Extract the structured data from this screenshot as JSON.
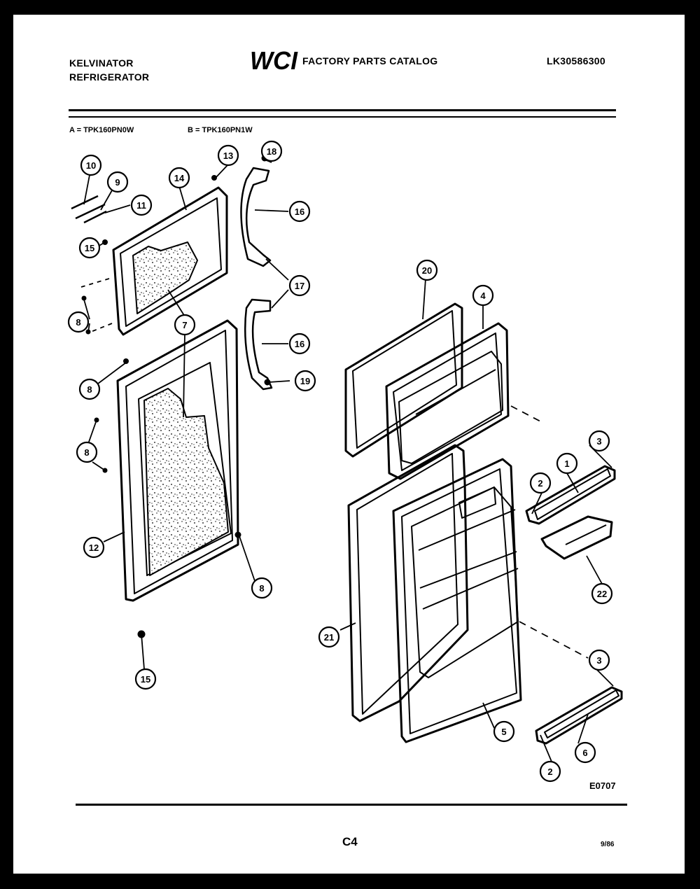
{
  "header": {
    "brand_line1": "KELVINATOR",
    "brand_line2": "REFRIGERATOR",
    "logo_text": "WCI",
    "catalog_title": "FACTORY PARTS CATALOG",
    "catalog_number": "LK30586300"
  },
  "models": {
    "a": "A = TPK160PN0W",
    "b": "B = TPK160PN1W"
  },
  "diagram": {
    "figure_code": "E0707",
    "callouts": [
      "10",
      "9",
      "11",
      "14",
      "13",
      "18",
      "16",
      "15",
      "17",
      "8",
      "7",
      "8",
      "16",
      "19",
      "8",
      "12",
      "8",
      "15",
      "20",
      "4",
      "3",
      "1",
      "2",
      "22",
      "21",
      "3",
      "5",
      "6",
      "2"
    ]
  },
  "footer": {
    "page_code": "C4",
    "date": "9/86"
  }
}
